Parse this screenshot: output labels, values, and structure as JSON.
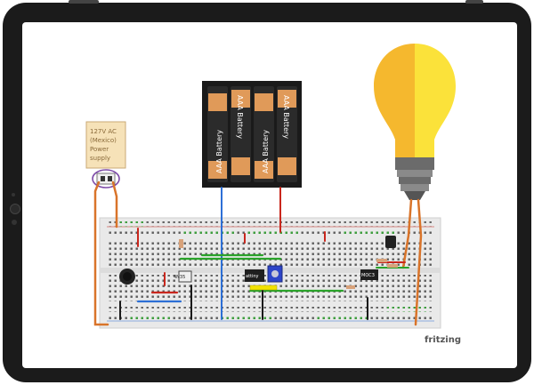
{
  "power_supply": {
    "line1": "127V AC",
    "line2": "(Mexico)",
    "line3": "Power",
    "line4": "supply"
  },
  "battery_label": "AAA Battery",
  "chips": {
    "chip_left": "4N35",
    "chip_mid": "attiny",
    "chip_right": "MOC3"
  },
  "brand": "fritzing",
  "colors": {
    "bulb_left": "#f5b82e",
    "bulb_right": "#fbe23a",
    "breadboard": "#e9e9e9",
    "wire_red": "#c9271d",
    "wire_blue": "#2d6fd6",
    "wire_green": "#2aa32a",
    "wire_orange": "#d9742a",
    "tablet_bezel": "#1b1b1b"
  }
}
